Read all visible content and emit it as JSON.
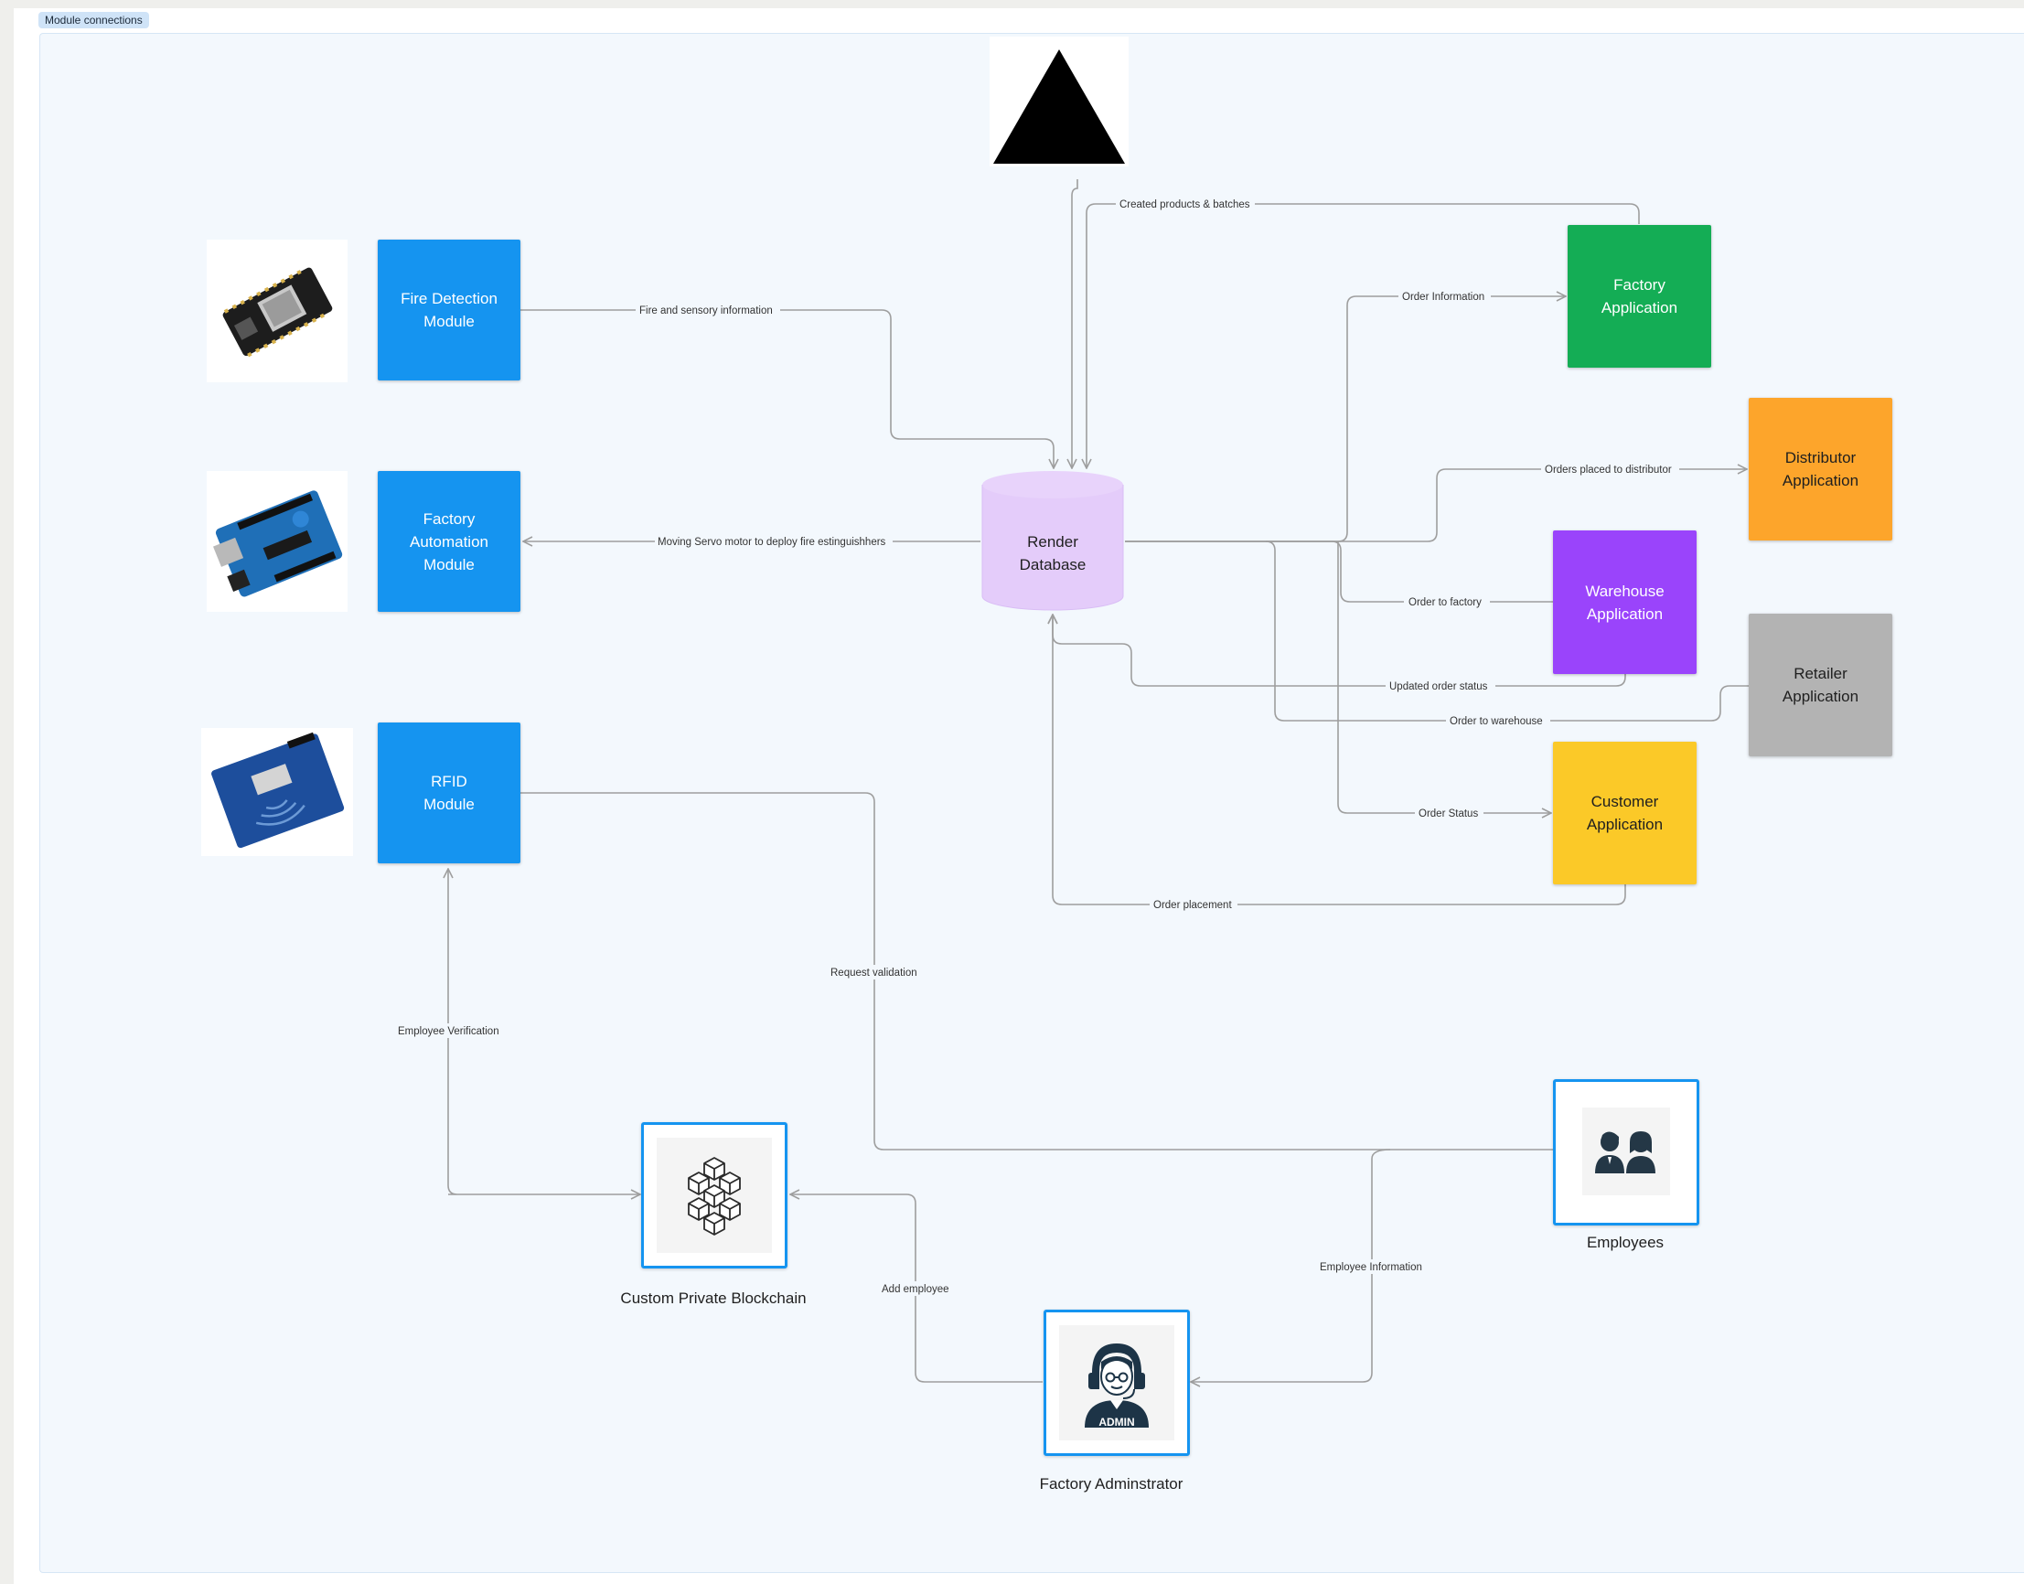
{
  "frame": {
    "title": "Module connections"
  },
  "modules": {
    "fire_detection": "Fire Detection\nModule",
    "factory_automation": "Factory\nAutomation\nModule",
    "rfid": "RFID\nModule"
  },
  "database": {
    "label": "Render\nDatabase"
  },
  "applications": {
    "factory": "Factory\nApplication",
    "distributor": "Distributor\nApplication",
    "warehouse": "Warehouse\nApplication",
    "retailer": "Retailer\nApplication",
    "customer": "Customer\nApplication"
  },
  "nodes": {
    "blockchain": "Custom Private Blockchain",
    "employees": "Employees",
    "administrator": "Factory Adminstrator",
    "admin_badge": "ADMIN"
  },
  "connections": {
    "created_products": "Created products & batches",
    "fire_info": "Fire and sensory information",
    "order_information": "Order Information",
    "orders_to_distributor": "Orders placed to distributor",
    "servo": "Moving Servo motor to deploy fire estinguishhers",
    "order_to_factory": "Order to factory",
    "updated_status": "Updated order status",
    "order_to_warehouse": "Order to warehouse",
    "order_status": "Order Status",
    "order_placement": "Order placement",
    "request_validation": "Request validation",
    "employee_verification": "Employee Verification",
    "add_employee": "Add employee",
    "employee_information": "Employee Information"
  },
  "colors": {
    "module_blue": "#1594f0",
    "factory_green": "#14ad55",
    "distributor_orange": "#fda52b",
    "warehouse_purple": "#9a44fb",
    "retailer_gray": "#b3b3b3",
    "customer_yellow": "#fbc928",
    "database_lilac": "#e4ccfa",
    "connector_gray": "#9e9e9e"
  },
  "icons": [
    "triangle-logo-icon",
    "esp-board-icon",
    "arduino-board-icon",
    "rfid-reader-icon",
    "blockchain-cubes-icon",
    "employees-icon",
    "admin-icon"
  ]
}
